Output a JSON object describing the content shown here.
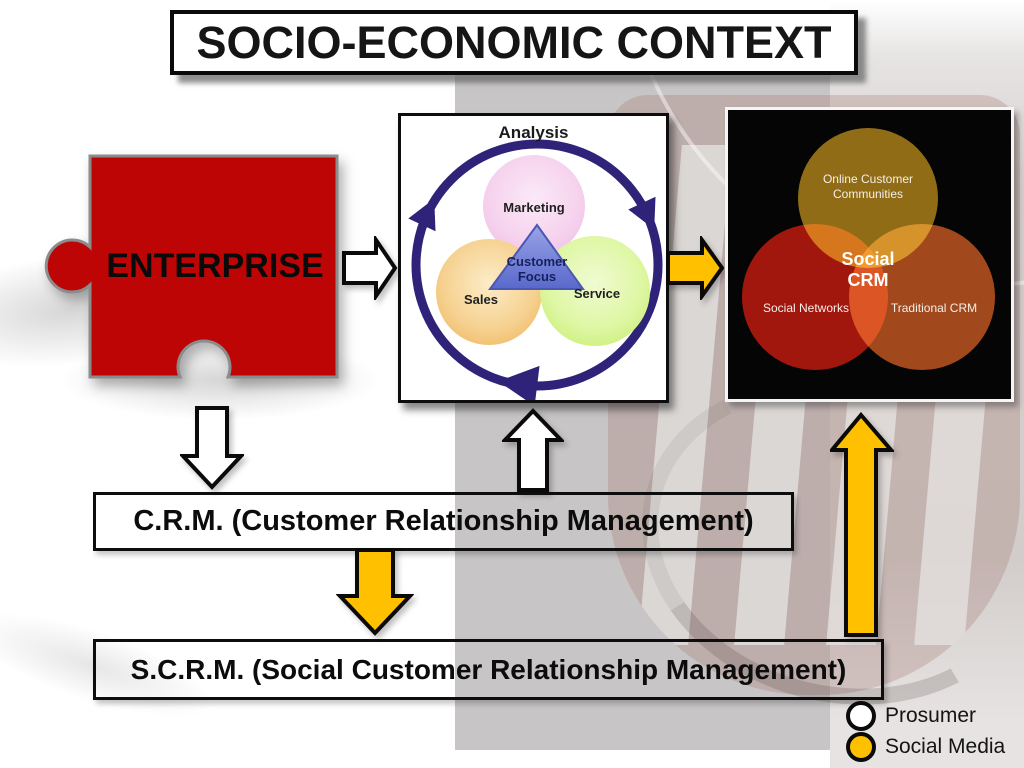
{
  "slide_title": "SOCIO-ECONOMIC CONTEXT",
  "enterprise_label": "ENTERPRISE",
  "analysis_diagram": {
    "title": "Analysis",
    "marketing_label": "Marketing",
    "sales_label": "Sales",
    "service_label": "Service",
    "center_label": "Customer Focus"
  },
  "social_crm_diagram": {
    "top_label": "Online Customer Communities",
    "center_label": "Social CRM",
    "left_label": "Social Networks",
    "right_label": "Traditional CRM"
  },
  "crm_box_label": "C.R.M. (Customer Relationship Management)",
  "scrm_box_label": "S.C.R.M. (Social Customer Relationship Management)",
  "legend": {
    "items": [
      {
        "icon": "prosumer-circle-icon",
        "color": "#FFFFFF",
        "label": "Prosumer"
      },
      {
        "icon": "social-media-circle-icon",
        "color": "#FFC000",
        "label": "Social Media"
      }
    ]
  },
  "colors": {
    "accent_yellow": "#FFC000",
    "enterprise_red": "#BE0505",
    "ring_indigo": "#2E2378",
    "venn_top_gold": "#8F6911",
    "venn_left_red": "#A01208",
    "venn_right_orange": "#A04418"
  }
}
